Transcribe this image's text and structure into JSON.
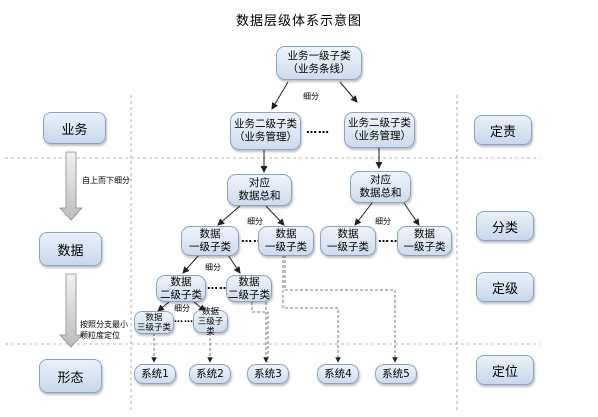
{
  "title": "数据层级体系示意图",
  "left_labels": [
    "业务",
    "数据",
    "形态"
  ],
  "right_labels": [
    "定责",
    "分类",
    "定级",
    "定位"
  ],
  "annotations": {
    "top_down": "自上而下细分",
    "min_granularity": [
      "按照分支最小",
      "颗粒度定位"
    ],
    "subdivide": "细分"
  },
  "business_l1": [
    "业务一级子类",
    "（业务条线）"
  ],
  "business_l2": [
    [
      "业务二级子类",
      "（业务管理）"
    ],
    [
      "业务二级子类",
      "（业务管理）"
    ]
  ],
  "data_total": [
    [
      "对应",
      "数据总和"
    ],
    [
      "对应",
      "数据总和"
    ]
  ],
  "data_l1": [
    [
      "数据",
      "一级子类"
    ],
    [
      "数据",
      "一级子类"
    ],
    [
      "数据",
      "一级子类"
    ],
    [
      "数据",
      "一级子类"
    ]
  ],
  "data_l2": [
    [
      "数据",
      "二级子类"
    ],
    [
      "数据",
      "二级子类"
    ]
  ],
  "data_l3": [
    [
      "数据",
      "三级子类"
    ],
    [
      "数据",
      "三级子类"
    ]
  ],
  "ellipsis": "……",
  "systems": [
    "系统1",
    "系统2",
    "系统3",
    "系统4",
    "系统5"
  ]
}
